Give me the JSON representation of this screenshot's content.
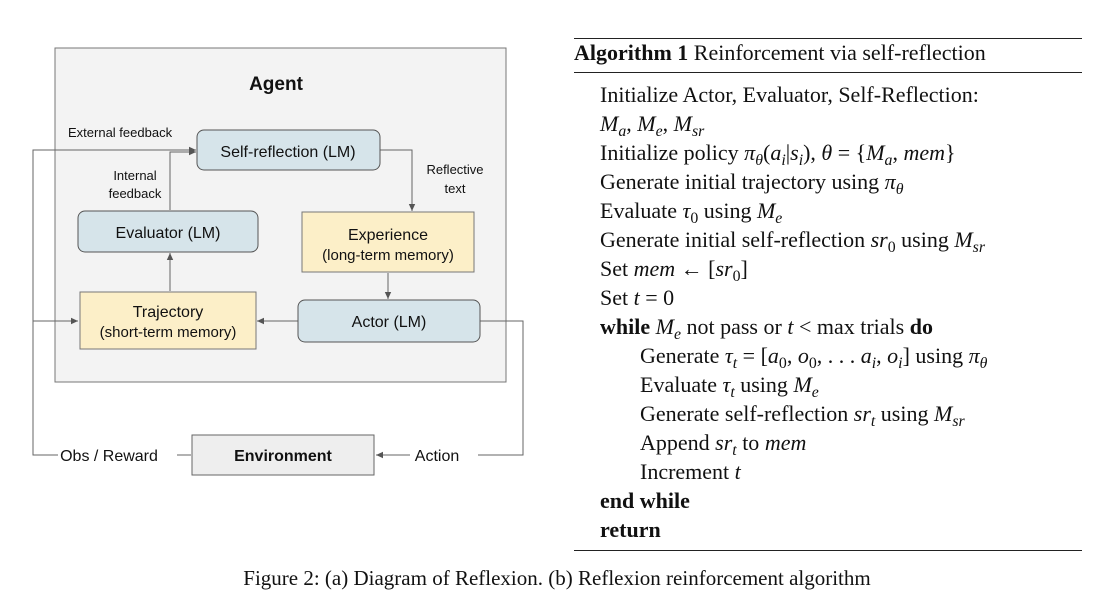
{
  "diagram": {
    "agent_title": "Agent",
    "nodes": {
      "self_reflection": "Self-reflection (LM)",
      "evaluator": "Evaluator (LM)",
      "experience_line1": "Experience",
      "experience_line2": "(long-term memory)",
      "trajectory_line1": "Trajectory",
      "trajectory_line2": "(short-term memory)",
      "actor": "Actor (LM)",
      "environment": "Environment"
    },
    "labels": {
      "external_feedback": "External feedback",
      "internal_feedback_line1": "Internal",
      "internal_feedback_line2": "feedback",
      "reflective_text_line1": "Reflective",
      "reflective_text_line2": "text",
      "obs_reward": "Obs / Reward",
      "action": "Action"
    },
    "colors": {
      "panel_bg": "#f3f3f3",
      "lm_box_fill": "#d6e4ea",
      "memory_box_fill": "#fcefc8",
      "environment_fill": "#eeeeee"
    }
  },
  "algorithm": {
    "title_bold": "Algorithm 1",
    "title_rest": "Reinforcement via self-reflection",
    "kw_while": "while",
    "kw_do": "do",
    "kw_end_while": "end while",
    "kw_return": "return",
    "t_init_components": "Initialize Actor, Evaluator, Self-Reflection:",
    "t_init_policy": "Initialize policy",
    "t_gen_traj": "Generate initial trajectory using",
    "t_evaluate": "Evaluate",
    "t_using": "using",
    "t_gen_initial_sr": "Generate initial self-reflection",
    "t_set": "Set",
    "t_not_pass_or": "not pass or",
    "t_max_trials": "max trials",
    "t_generate": "Generate",
    "t_gen_sr": "Generate self-reflection",
    "t_append": "Append",
    "t_to": "to",
    "t_increment": "Increment"
  },
  "caption": "Figure 2: (a) Diagram of Reflexion. (b) Reflexion reinforcement algorithm"
}
